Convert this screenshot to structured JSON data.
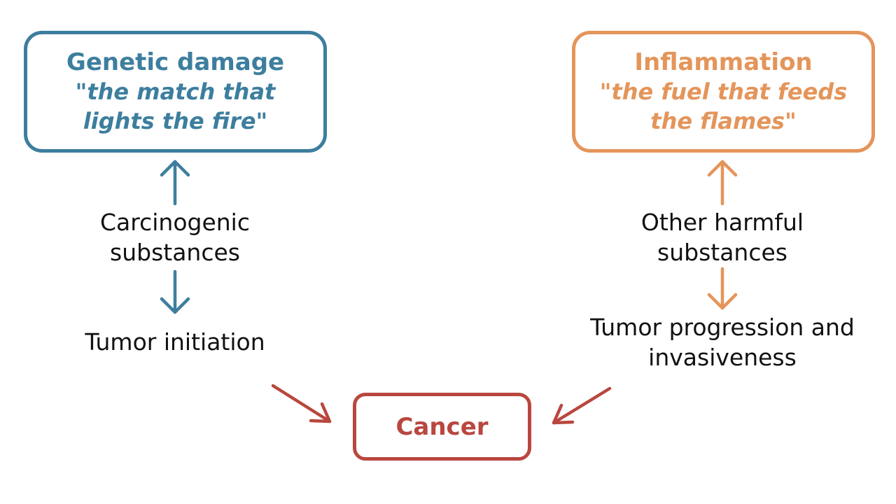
{
  "colors": {
    "blue": "#3d7e9e",
    "orange": "#e4955a",
    "red": "#b9473f",
    "text": "#111111"
  },
  "genetic": {
    "title": "Genetic damage",
    "quote": "\"the match that lights the fire\""
  },
  "inflammation": {
    "title": "Inflammation",
    "quote": "\"the fuel that feeds the flames\""
  },
  "left_labels": {
    "substances": "Carcinogenic substances",
    "outcome": "Tumor initiation"
  },
  "right_labels": {
    "substances": "Other harmful substances",
    "outcome": "Tumor progression and invasiveness"
  },
  "cancer": {
    "label": "Cancer"
  }
}
